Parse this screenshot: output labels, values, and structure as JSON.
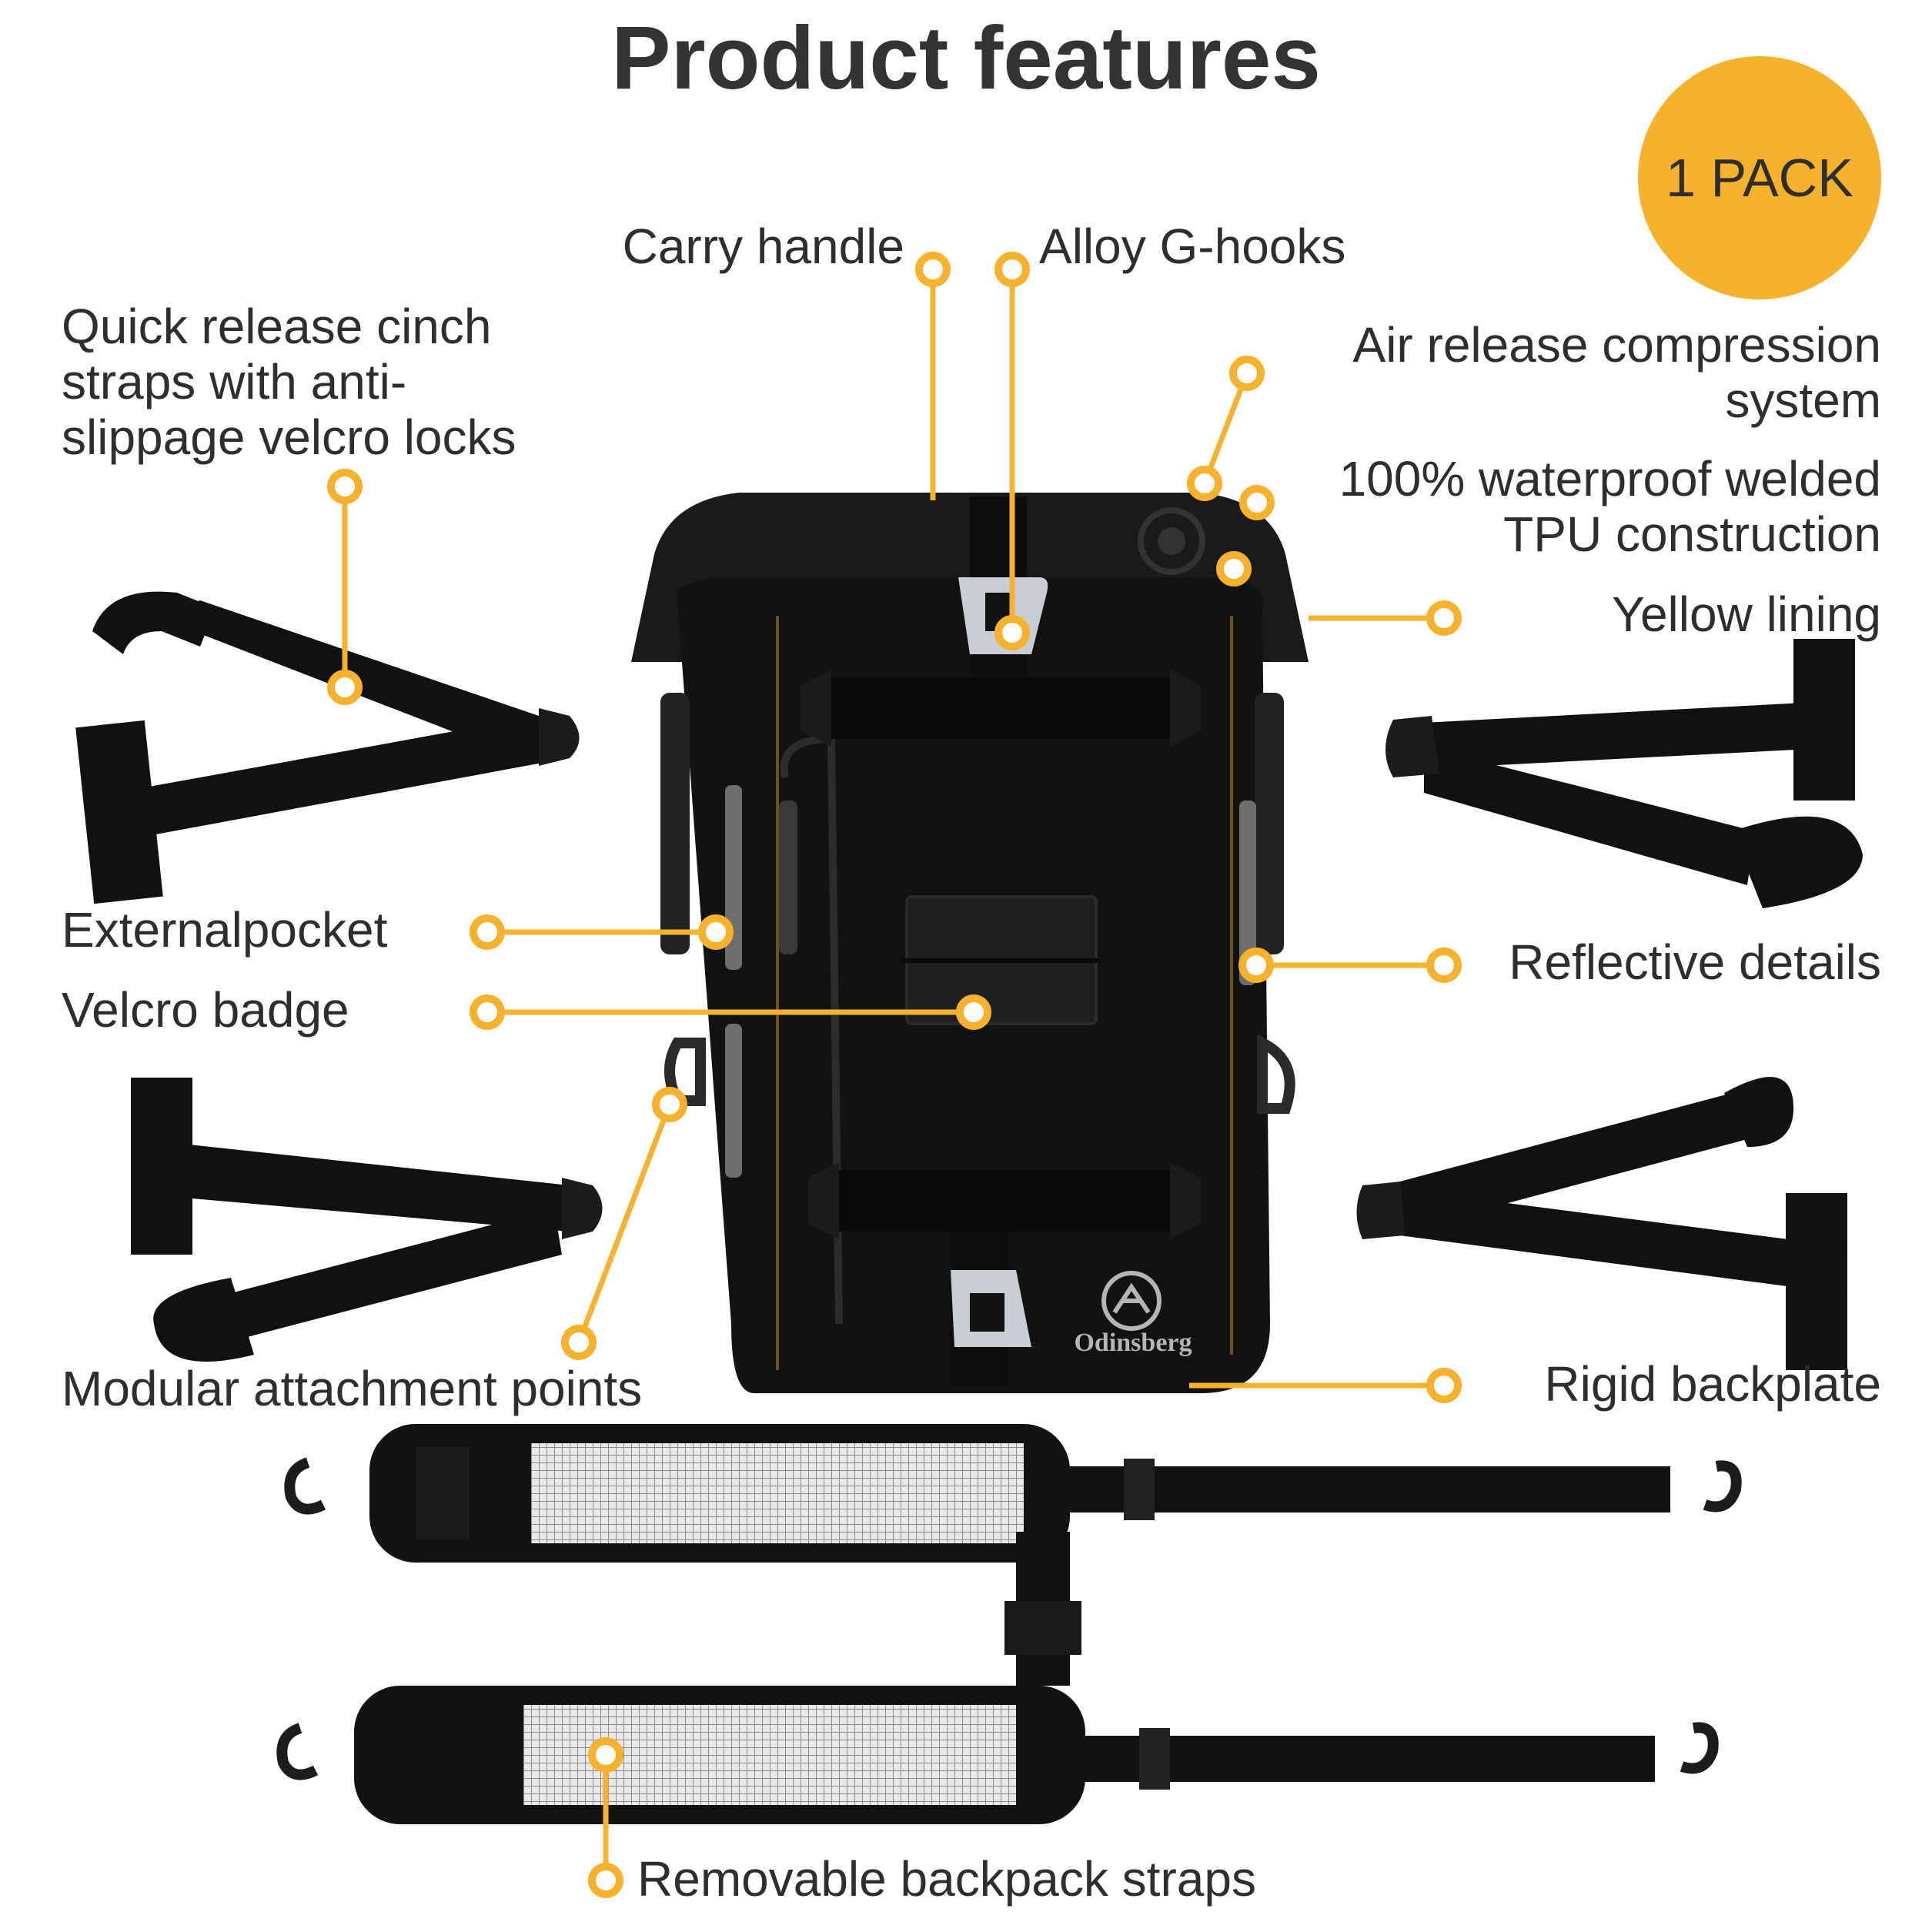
{
  "page": {
    "title": "Product features",
    "badge": "1 PACK",
    "accent_color": "#F7B22D",
    "product_color": "#111111"
  },
  "features": {
    "carry_handle": "Carry handle",
    "alloy_g_hooks": "Alloy G-hooks",
    "cinch_straps": "Quick release cinch\nstraps with anti-\nslippage velcro locks",
    "air_release": "Air release compression\nsystem",
    "waterproof": "100% waterproof welded\nTPU construction",
    "yellow_lining": "Yellow lining",
    "external_pocket": "Externalpocket",
    "velcro_badge": "Velcro badge",
    "reflective_details": "Reflective details",
    "modular_points": "Modular attachment points",
    "rigid_backplate": "Rigid backplate",
    "backpack_straps": "Removable backpack straps"
  },
  "product": {
    "brand": "Odinsberg"
  }
}
